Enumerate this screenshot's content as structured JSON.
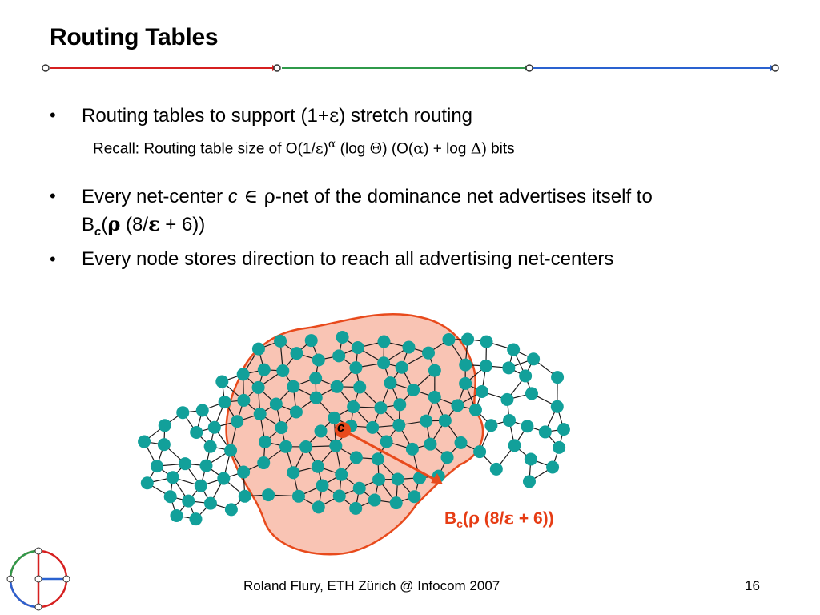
{
  "slide": {
    "title": "Routing Tables",
    "bullets": [
      {
        "pre": "Routing tables to support (1+",
        "eps": "ε",
        "post": ") stretch routing"
      },
      {
        "pre": "Every net-center ",
        "c": "c",
        "in": " ∈ ",
        "rho": "ρ",
        "post": "-net of the dominance net advertises itself to"
      },
      {
        "text": "Every node stores direction to reach all advertising net-centers"
      }
    ],
    "recall": {
      "text1": "Recall: Routing table size of O(1/",
      "eps": "ε",
      "close": ")",
      "alpha_sup": "α",
      "text2": " (log ",
      "theta": "Θ",
      "text3": ") (O(",
      "alpha": "α",
      "text4": ") + log ",
      "delta": "Δ",
      "text5": ") bits"
    },
    "bullet2_line2": {
      "b": "B",
      "sub": "c",
      "open": "(",
      "rho": "ρ",
      "mid": " (8/",
      "eps": "ε",
      "end": " + 6))"
    },
    "diagram": {
      "center_label": "c",
      "ball_label": {
        "b": "B",
        "sub": "c",
        "open": "(",
        "rho": "ρ",
        "mid": " (8/",
        "eps": "ε",
        "end": " + 6))"
      },
      "colors": {
        "node": "#12a09a",
        "edge": "#1a1a1a",
        "ball_fill": "#f9c4b4",
        "ball_stroke": "#e84a1c",
        "arrow": "#e84a1c"
      }
    },
    "footer": {
      "author": "Roland Flury, ETH Zürich @ Infocom 2007",
      "page": "16"
    },
    "top_line_colors": [
      "#d62020",
      "#2f9a4a",
      "#2a62d0"
    ]
  }
}
